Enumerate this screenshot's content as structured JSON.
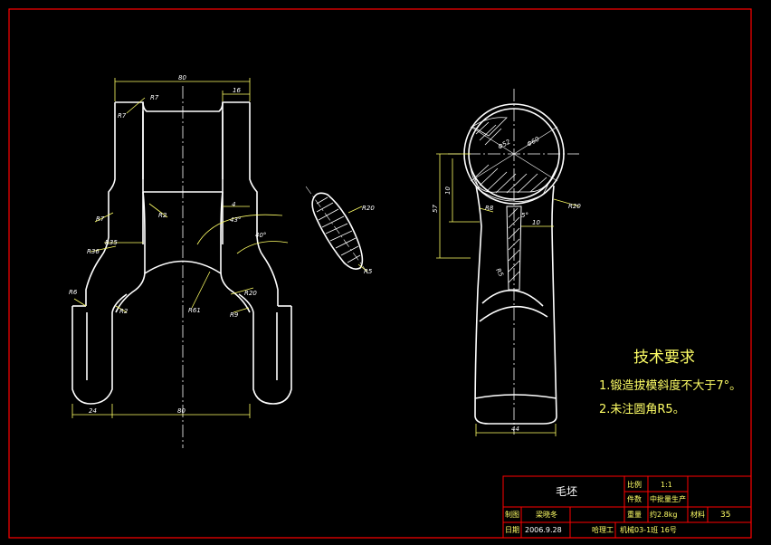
{
  "drawing": {
    "frame_color": "#ff0000",
    "line_color": "#ffffff",
    "dim_color": "#ffff66",
    "center_color": "#ffffff",
    "text_color": "#ffffff"
  },
  "left_view": {
    "dims": {
      "top_width": "80",
      "slot": "16",
      "r7a": "R7",
      "r7b": "R7",
      "r7c": "R7",
      "r2": "R2",
      "r35": "R35",
      "r36": "R36",
      "r6": "R6",
      "r2b": "R2",
      "r61": "R61",
      "r20": "R20",
      "r9": "R9",
      "d4": "4",
      "a43": "43°",
      "a40": "40°",
      "bottom_24": "24",
      "bottom_80": "80"
    }
  },
  "section": {
    "r20": "R20",
    "r5": "R5"
  },
  "right_view": {
    "dims": {
      "d52": "Φ52",
      "d60": "Φ60",
      "h10": "10",
      "h57": "57",
      "r8": "R8",
      "ang5": "5°",
      "w10": "10",
      "r20": "R20",
      "r5": "R5",
      "bottom_44": "44"
    }
  },
  "notes": {
    "title": "技术要求",
    "line1": "1.锻造拔模斜度不大于7°。",
    "line2": "2.未注圆角R5。"
  },
  "title_block": {
    "name": "毛坯",
    "scale_label": "比例",
    "scale_value": "1:1",
    "qty_label": "件数",
    "qty_value": "中批量生产",
    "weight_label": "重量",
    "weight_value": "约2.8kg",
    "material_label": "材料",
    "material_value": "35",
    "drawn_label": "制图",
    "drawn_value": "梁晓冬",
    "date_label": "日期",
    "date_value": "2006.9.28",
    "school": "哈理工",
    "class_info": "机械03-1班 16号"
  }
}
